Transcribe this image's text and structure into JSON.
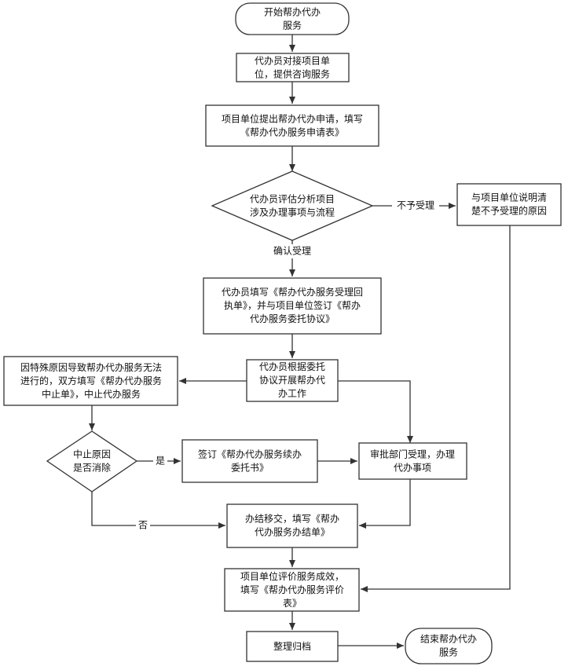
{
  "nodes": {
    "start": [
      "开始帮办代办",
      "服务"
    ],
    "n1": [
      "代办员对接项目单",
      "位，提供咨询服务"
    ],
    "n2": [
      "项目单位提出帮办代办申请，填写",
      "《帮办代办服务申请表》"
    ],
    "decision1": [
      "代办员评估分析项目",
      "涉及办理事项与流程"
    ],
    "reject": [
      "与项目单位说明清",
      "楚不予受理的原因"
    ],
    "n3": [
      "代办员填写《帮办代办服务受理回",
      "执单》，并与项目单位签订《帮办",
      "代办服务委托协议》"
    ],
    "n4": [
      "代办员根据委托",
      "协议开展帮办代",
      "办工作"
    ],
    "special": [
      "因特殊原因导致帮办代办服务无法",
      "进行的，双方填写《帮办代办服务",
      "中止单》，中止代办服务"
    ],
    "decision2": [
      "中止原因",
      "是否消除"
    ],
    "renew": [
      "签订《帮办代办服务续办",
      "委托书》"
    ],
    "approve": [
      "审批部门受理，办理",
      "代办事项"
    ],
    "handover": [
      "办结移交，填写《帮办",
      "代办服务办结单》"
    ],
    "evaluate": [
      "项目单位评价服务成效，",
      "填写《帮办代办服务评价",
      "表》"
    ],
    "archive": [
      "整理归档"
    ],
    "end": [
      "结束帮办代办",
      "服务"
    ]
  },
  "edge_labels": {
    "not_accepted": "不予受理",
    "confirm": "确认受理",
    "yes": "是",
    "no": "否"
  },
  "colors": {
    "stroke": "#333333",
    "fill": "#ffffff",
    "text": "#111111"
  }
}
